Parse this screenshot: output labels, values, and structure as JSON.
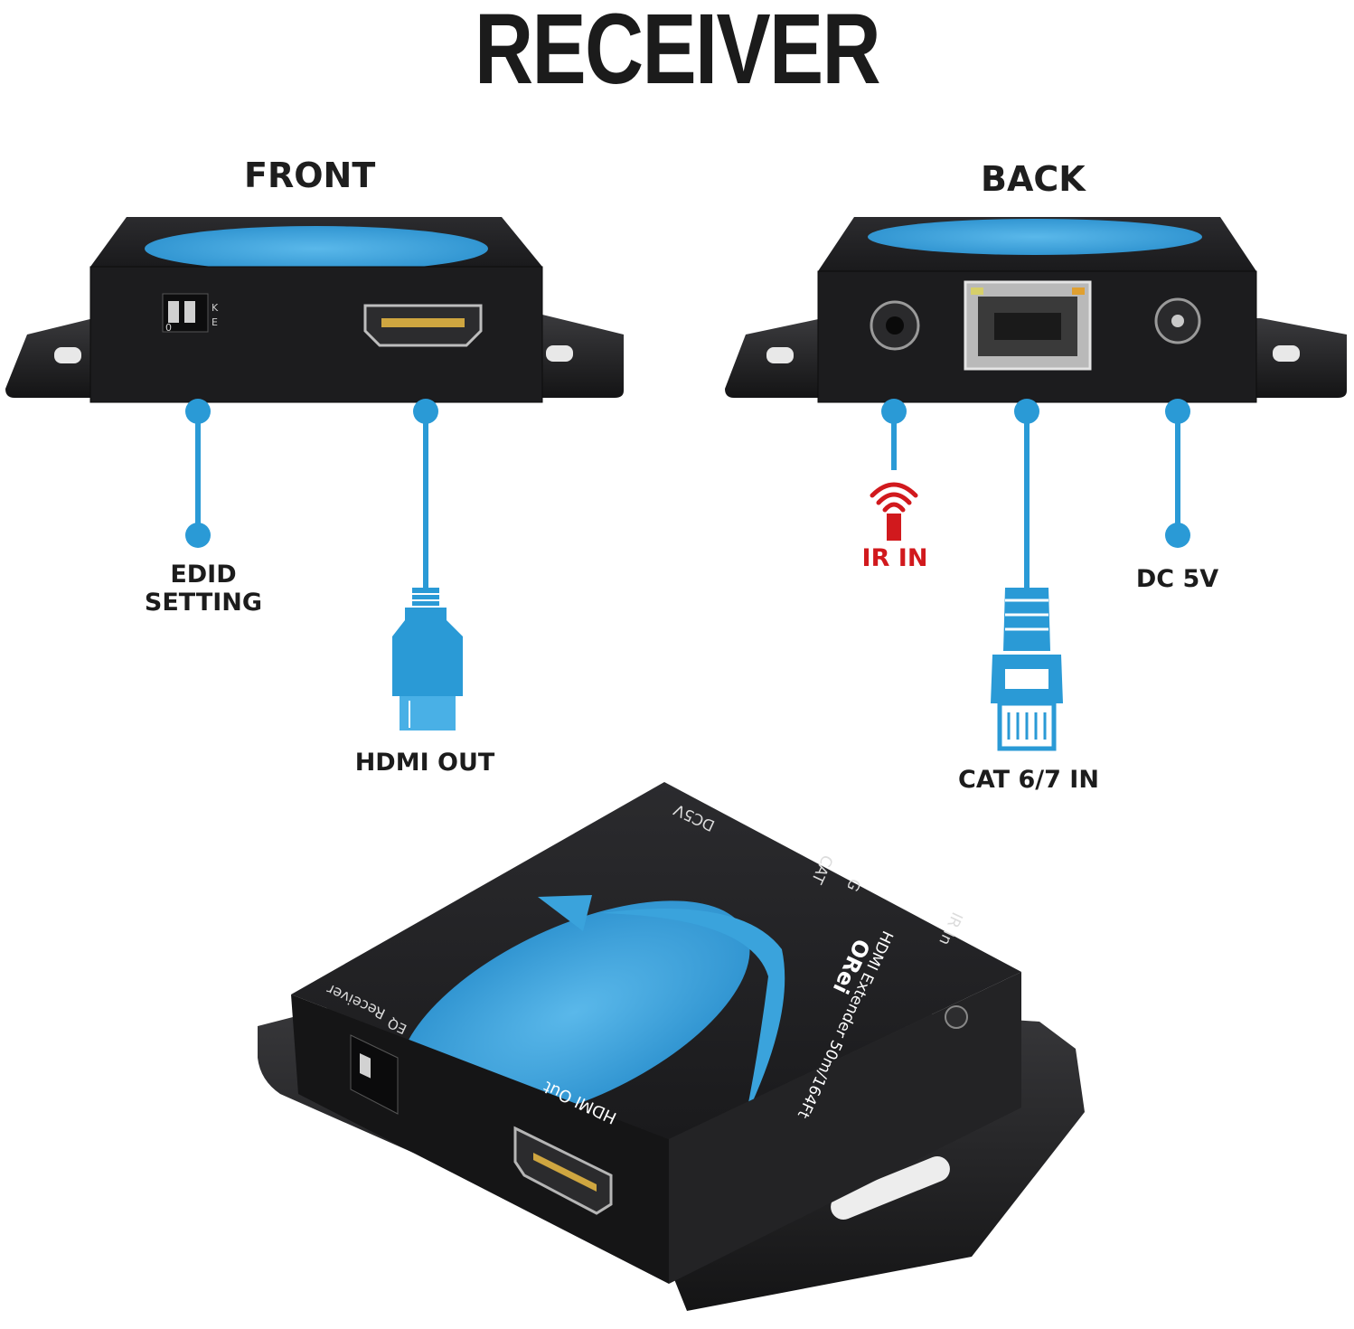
{
  "title": "RECEIVER",
  "front": {
    "heading": "FRONT",
    "callouts": {
      "edid": "EDID\nSETTING",
      "hdmi_out": "HDMI OUT"
    },
    "device_marks": {
      "dip_0": "0",
      "dip_k": "K",
      "dip_e": "E"
    }
  },
  "back": {
    "heading": "BACK",
    "callouts": {
      "ir_in": "IR IN",
      "dc_5v": "DC 5V",
      "cat_in": "CAT 6/7 IN"
    }
  },
  "device_3d": {
    "brand": "ORei",
    "model_text": "HDMI Extender 50m/164Ft",
    "receiver_text": "Receiver",
    "eq_text": "EQ",
    "hdmi_out_text": "HDMI Out",
    "dc5v_text": "DC5V",
    "cat_text": "CAT",
    "g_text": "G",
    "ir_text": "IR In"
  },
  "colors": {
    "accent_blue": "#2a9ad6",
    "device_black": "#1d1d1f",
    "ir_red": "#d1191d",
    "plate_dark": "#2a2a2c"
  }
}
